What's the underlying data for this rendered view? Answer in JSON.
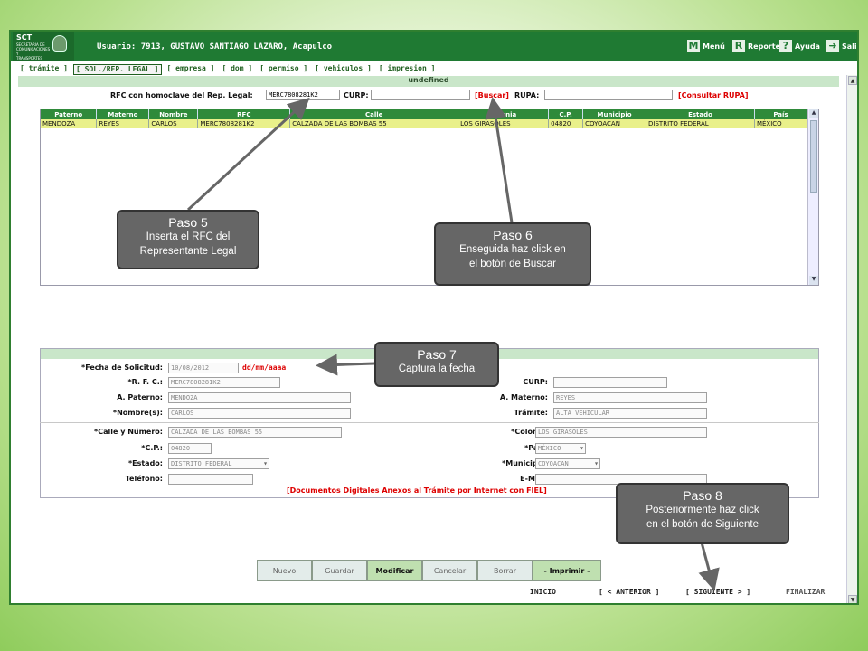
{
  "header": {
    "logo_text": "SCT",
    "logo_sub": "SECRETARIA DE COMUNICACIONES Y TRANSPORTES",
    "user_label": "Usuario: 7913, GUSTAVO SANTIAGO LAZARO, Acapulco",
    "menu_label": "Menú",
    "reporte_label": "Reporte",
    "ayuda_label": "Ayuda",
    "salir_label": "Sali"
  },
  "tabs": [
    {
      "label": "[ trámite ]"
    },
    {
      "label": "[ SOL./REP. LEGAL ]"
    },
    {
      "label": "[ empresa ]"
    },
    {
      "label": "[ dom ]"
    },
    {
      "label": "[ permiso ]"
    },
    {
      "label": "[ vehiculos ]"
    },
    {
      "label": "[ impresion ]"
    }
  ],
  "section_bar": "undefined",
  "search": {
    "rfc_label": "RFC con homoclave del Rep. Legal:",
    "rfc_value": "MERC7808281K2",
    "curp_label": "CURP:",
    "buscar": "[Buscar]",
    "rupa_label": "RUPA:",
    "consultar": "[Consultar RUPA]"
  },
  "results": {
    "headers": [
      "Paterno",
      "Materno",
      "Nombre",
      "RFC",
      "Calle",
      "Colonia",
      "C.P.",
      "Municipio",
      "Estado",
      "País"
    ],
    "rows": [
      [
        "MENDOZA",
        "REYES",
        "CARLOS",
        "MERC7808281K2",
        "CALZADA DE LAS BOMBAS 55",
        "LOS GIRASOLES",
        "04820",
        "COYOACAN",
        "DISTRITO FEDERAL",
        "MÉXICO"
      ]
    ]
  },
  "info": {
    "title": "INFORMACIÓN PERSONAL",
    "fecha_label": "*Fecha de Solicitud:",
    "fecha_value": "10/08/2012",
    "fecha_hint": "dd/mm/aaaa",
    "rfc_label": "*R. F. C.:",
    "rfc_value": "MERC7808281K2",
    "curp_label": "CURP:",
    "curp_value": "",
    "apaterno_label": "A. Paterno:",
    "apaterno_value": "MENDOZA",
    "amaterno_label": "A. Materno:",
    "amaterno_value": "REYES",
    "nombre_label": "*Nombre(s):",
    "nombre_value": "CARLOS",
    "tramite_label": "Trámite:",
    "tramite_value": "ALTA VEHICULAR",
    "calle_label": "*Calle y Número:",
    "calle_value": "CALZADA DE LAS BOMBAS 55",
    "colonia_label": "*Colonia:",
    "colonia_value": "LOS GIRASOLES",
    "cp_label": "*C.P.:",
    "cp_value": "04820",
    "pais_label": "*País:",
    "pais_value": "MÉXICO",
    "estado_label": "*Estado:",
    "estado_value": "DISTRITO FEDERAL",
    "municipio_label": "*Municipio:",
    "municipio_value": "COYOACAN",
    "telefono_label": "Teléfono:",
    "telefono_value": "",
    "email_label": "E-Mail:",
    "email_value": "",
    "fiel_link": "[Documentos Digitales Anexos al Trámite por Internet con FIEL]"
  },
  "actions": [
    "Nuevo",
    "Guardar",
    "Modificar",
    "Cancelar",
    "Borrar",
    "- Imprimir -"
  ],
  "nav": {
    "inicio": "INICIO",
    "anterior": "[ < ANTERIOR ]",
    "siguiente": "[ SIGUIENTE > ]",
    "finalizar": "FINALIZAR"
  },
  "callouts": {
    "paso5": {
      "title": "Paso 5",
      "line1": "Inserta el RFC  del",
      "line2": "Representante Legal"
    },
    "paso6": {
      "title": "Paso 6",
      "line1": "Enseguida haz click en",
      "line2": "el botón de Buscar"
    },
    "paso7": {
      "title": "Paso 7",
      "line1": "Captura la fecha"
    },
    "paso8": {
      "title": "Paso 8",
      "line1": "Posteriormente haz click",
      "line2": "en el botón de Siguiente"
    }
  },
  "colors": {
    "header_green": "#1f7a33",
    "table_header": "#2f8a3a",
    "selected_row": "#e9f08a",
    "link_red": "#dd0000",
    "callout_gray": "#666666"
  }
}
